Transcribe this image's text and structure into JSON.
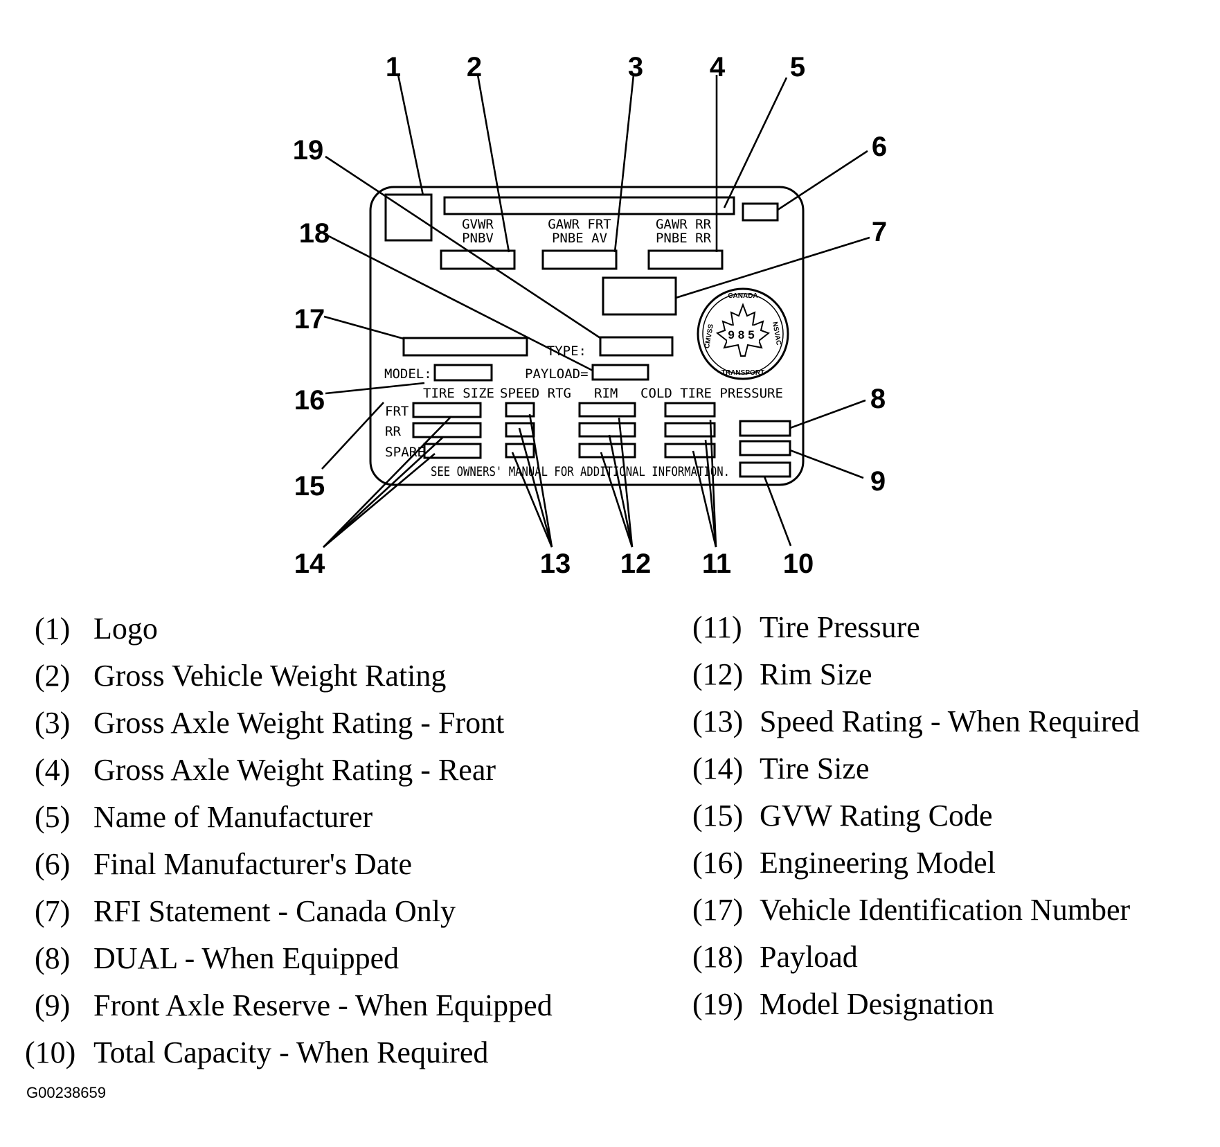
{
  "label": {
    "gvwr_lines": [
      "GVWR",
      "PNBV"
    ],
    "gawr_front_lines": [
      "GAWR FRT",
      "PNBE AV"
    ],
    "gawr_rear_lines": [
      "GAWR RR",
      "PNBE RR"
    ],
    "model": "MODEL:",
    "type": "TYPE:",
    "payload": "PAYLOAD=",
    "columns": [
      "TIRE SIZE",
      "SPEED RTG",
      "RIM",
      "COLD TIRE PRESSURE"
    ],
    "rows": [
      "FRT",
      "RR",
      "SPARE"
    ],
    "footer": "SEE OWNERS' MANUAL FOR ADDITIONAL INFORMATION.",
    "seal": {
      "top": "CANADA",
      "left": "CMVSS",
      "right": "NSVAC",
      "bottom": "TRANSPORT",
      "number": "985"
    }
  },
  "callouts": [
    "1",
    "2",
    "3",
    "4",
    "5",
    "6",
    "7",
    "8",
    "9",
    "10",
    "11",
    "12",
    "13",
    "14",
    "15",
    "16",
    "17",
    "18",
    "19"
  ],
  "legend": [
    {
      "num": "(1)",
      "text": "Logo"
    },
    {
      "num": "(2)",
      "text": "Gross Vehicle Weight Rating"
    },
    {
      "num": "(3)",
      "text": "Gross Axle Weight Rating - Front"
    },
    {
      "num": "(4)",
      "text": "Gross Axle Weight Rating - Rear"
    },
    {
      "num": "(5)",
      "text": "Name of Manufacturer"
    },
    {
      "num": "(6)",
      "text": "Final Manufacturer's Date"
    },
    {
      "num": "(7)",
      "text": "RFI Statement - Canada Only"
    },
    {
      "num": "(8)",
      "text": "DUAL - When Equipped"
    },
    {
      "num": "(9)",
      "text": "Front Axle Reserve - When Equipped"
    },
    {
      "num": "(10)",
      "text": "Total Capacity - When Required"
    },
    {
      "num": "(11)",
      "text": "Tire Pressure"
    },
    {
      "num": "(12)",
      "text": "Rim Size"
    },
    {
      "num": "(13)",
      "text": "Speed Rating - When Required"
    },
    {
      "num": "(14)",
      "text": "Tire Size"
    },
    {
      "num": "(15)",
      "text": "GVW Rating Code"
    },
    {
      "num": "(16)",
      "text": "Engineering Model"
    },
    {
      "num": "(17)",
      "text": "Vehicle Identification Number"
    },
    {
      "num": "(18)",
      "text": "Payload"
    },
    {
      "num": "(19)",
      "text": "Model Designation"
    }
  ],
  "figure_id": "G00238659"
}
